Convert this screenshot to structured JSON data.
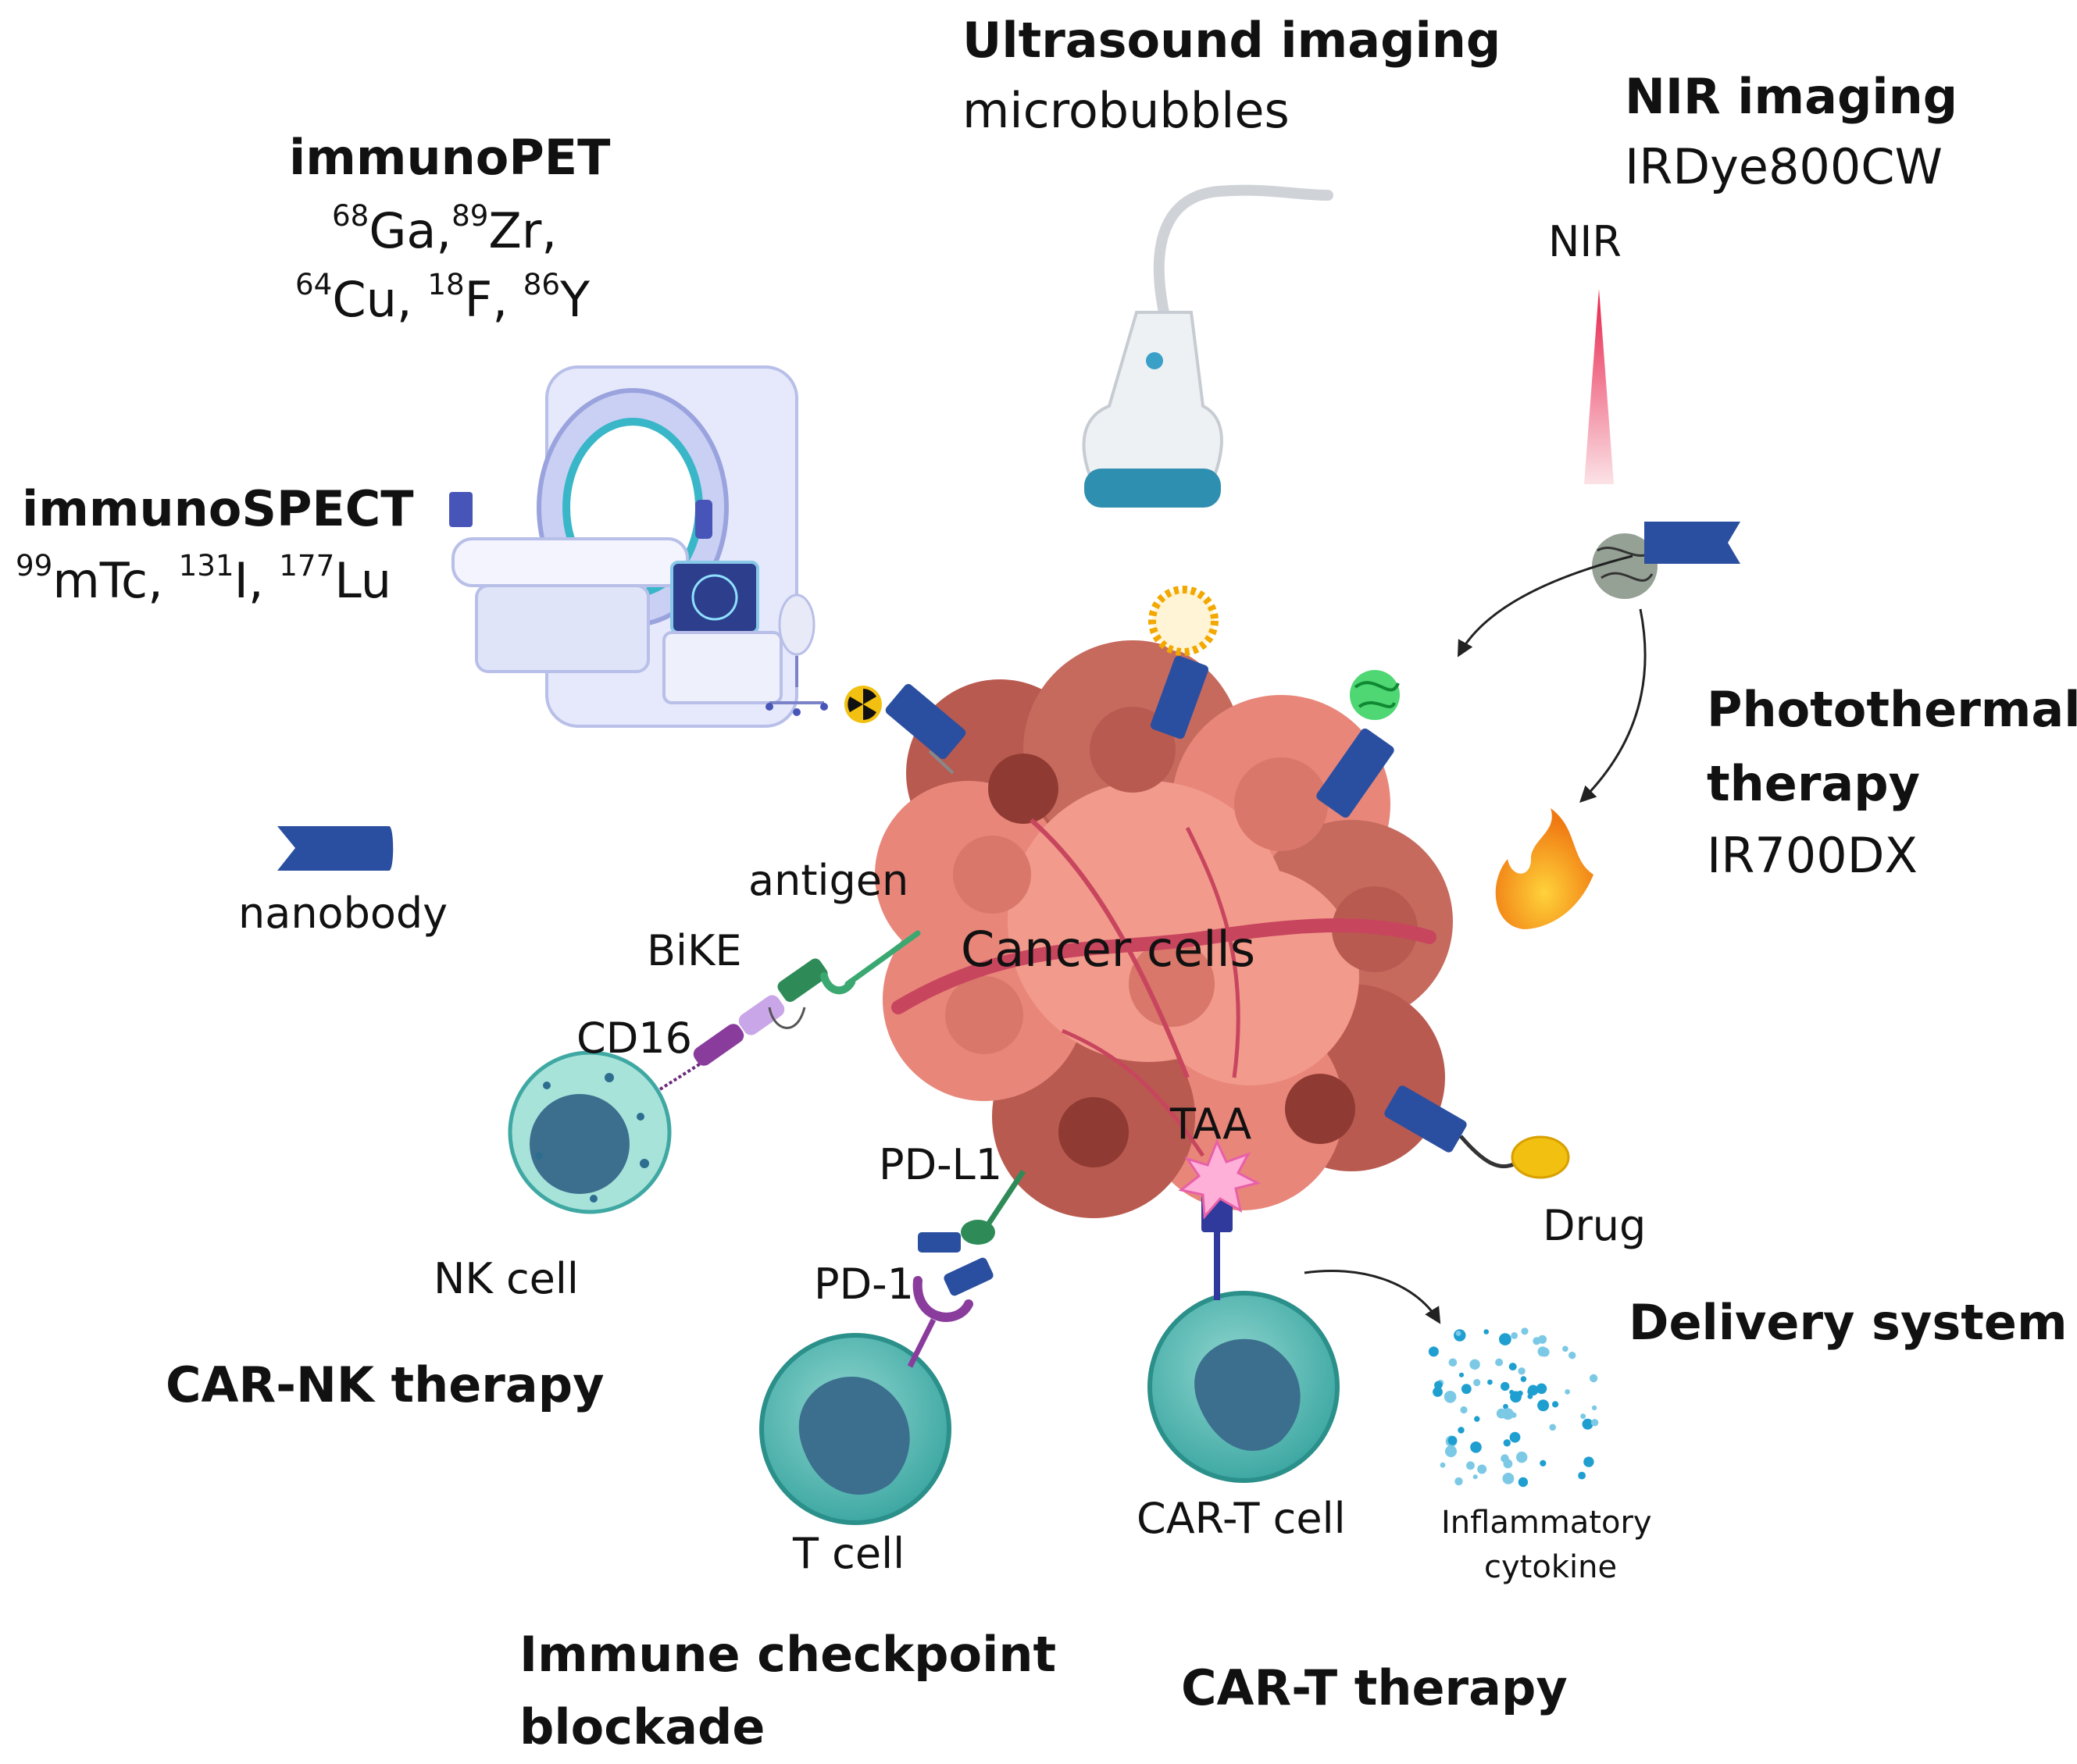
{
  "immunopet": {
    "title": "immunoPET",
    "isotopes_line1": [
      {
        "mass": "68",
        "symbol": "Ga,"
      },
      {
        "mass": "89",
        "symbol": "Zr,"
      }
    ],
    "isotopes_line2": [
      {
        "mass": "64",
        "symbol": "Cu, "
      },
      {
        "mass": "18",
        "symbol": "F, "
      },
      {
        "mass": "86",
        "symbol": "Y"
      }
    ]
  },
  "immunospect": {
    "title": "immunoSPECT",
    "isotopes": [
      {
        "mass": "99",
        "symbol": "mTc, "
      },
      {
        "mass": "131",
        "symbol": "I, "
      },
      {
        "mass": "177",
        "symbol": "Lu"
      }
    ]
  },
  "ultrasound": {
    "title": "Ultrasound imaging",
    "agent": "microbubbles"
  },
  "nir_imaging": {
    "title": "NIR imaging",
    "agent": "IRDye800CW",
    "beam_label": "NIR"
  },
  "photothermal": {
    "title_line1": "Photothermal",
    "title_line2": "therapy",
    "agent": "IR700DX"
  },
  "legend": {
    "nanobody": "nanobody"
  },
  "center": {
    "cancer_cells": "Cancer cells",
    "antigen": "antigen",
    "taa": "TAA"
  },
  "car_nk": {
    "bike": "BiKE",
    "cd16": "CD16",
    "cell": "NK cell",
    "therapy": "CAR-NK therapy"
  },
  "checkpoint": {
    "pdl1": "PD-L1",
    "pd1": "PD-1",
    "cell": "T cell",
    "therapy_line1": "Immune checkpoint",
    "therapy_line2": "blockade"
  },
  "car_t": {
    "cell": "CAR-T cell",
    "therapy": "CAR-T therapy"
  },
  "delivery": {
    "drug": "Drug",
    "title": "Delivery system",
    "cytokine_line1": "Inflammatory",
    "cytokine_line2": "cytokine"
  },
  "colors": {
    "nanobody": "#2a4fa0",
    "tumor": "#e8867a",
    "tumor_dark": "#b85a50",
    "vessel": "#c8455e",
    "cell_teal": "#3fa8a3",
    "nucleus": "#3c6f8e",
    "beam": "#e8204a",
    "drug": "#f2c010",
    "flame": "#f28a1a",
    "green_link": "#2e8b57",
    "purple_link": "#8a3c9c"
  }
}
